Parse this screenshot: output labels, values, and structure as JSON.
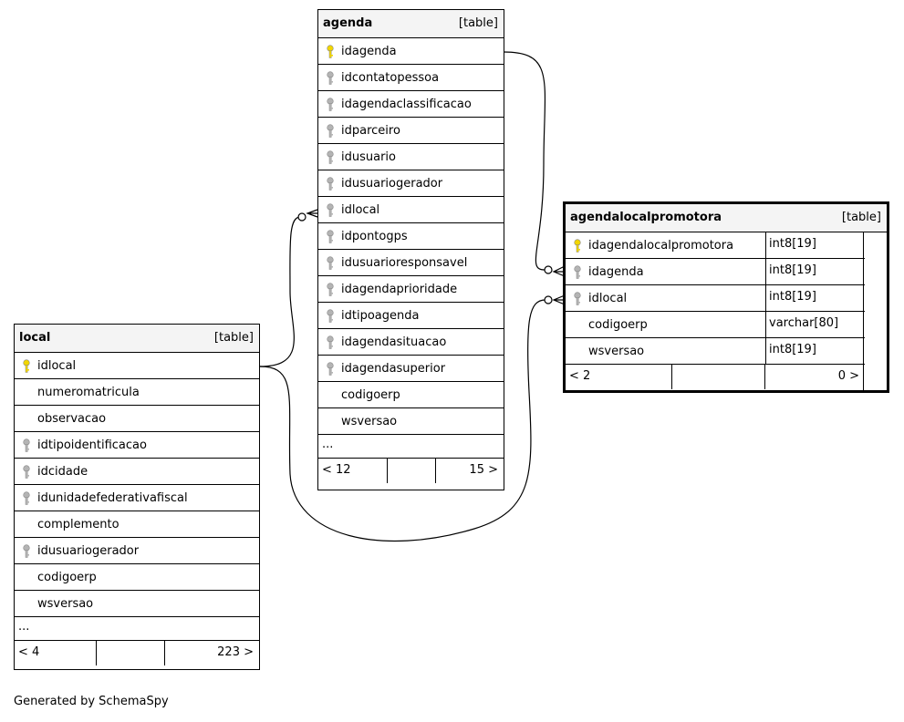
{
  "tables": {
    "agenda": {
      "name": "agenda",
      "type": "[table]",
      "columns": [
        {
          "name": "idagenda",
          "key": "primary"
        },
        {
          "name": "idcontatopessoa",
          "key": "foreign"
        },
        {
          "name": "idagendaclassificacao",
          "key": "foreign"
        },
        {
          "name": "idparceiro",
          "key": "foreign"
        },
        {
          "name": "idusuario",
          "key": "foreign"
        },
        {
          "name": "idusuariogerador",
          "key": "foreign"
        },
        {
          "name": "idlocal",
          "key": "foreign"
        },
        {
          "name": "idpontogps",
          "key": "foreign"
        },
        {
          "name": "idusuarioresponsavel",
          "key": "foreign"
        },
        {
          "name": "idagendaprioridade",
          "key": "foreign"
        },
        {
          "name": "idtipoagenda",
          "key": "foreign"
        },
        {
          "name": "idagendasituacao",
          "key": "foreign"
        },
        {
          "name": "idagendasuperior",
          "key": "foreign"
        },
        {
          "name": "codigoerp",
          "key": "none"
        },
        {
          "name": "wsversao",
          "key": "none"
        }
      ],
      "more": "...",
      "footer_left": "< 12",
      "footer_right": "15 >"
    },
    "local": {
      "name": "local",
      "type": "[table]",
      "columns": [
        {
          "name": "idlocal",
          "key": "primary"
        },
        {
          "name": "numeromatricula",
          "key": "none"
        },
        {
          "name": "observacao",
          "key": "none"
        },
        {
          "name": "idtipoidentificacao",
          "key": "foreign"
        },
        {
          "name": "idcidade",
          "key": "foreign"
        },
        {
          "name": "idunidadefederativafiscal",
          "key": "foreign"
        },
        {
          "name": "complemento",
          "key": "none"
        },
        {
          "name": "idusuariogerador",
          "key": "foreign"
        },
        {
          "name": "codigoerp",
          "key": "none"
        },
        {
          "name": "wsversao",
          "key": "none"
        }
      ],
      "more": "...",
      "footer_left": "< 4",
      "footer_right": "223 >"
    },
    "agendalocalpromotora": {
      "name": "agendalocalpromotora",
      "type": "[table]",
      "columns": [
        {
          "name": "idagendalocalpromotora",
          "key": "primary",
          "type": "int8[19]"
        },
        {
          "name": "idagenda",
          "key": "foreign",
          "type": "int8[19]"
        },
        {
          "name": "idlocal",
          "key": "foreign",
          "type": "int8[19]"
        },
        {
          "name": "codigoerp",
          "key": "none",
          "type": "varchar[80]"
        },
        {
          "name": "wsversao",
          "key": "none",
          "type": "int8[19]"
        }
      ],
      "footer_left": "< 2",
      "footer_right": "0 >"
    }
  },
  "relationships": [
    {
      "from": "agenda.idlocal",
      "to": "local.idlocal"
    },
    {
      "from": "agendalocalpromotora.idagenda",
      "to": "agenda.idagenda"
    },
    {
      "from": "agendalocalpromotora.idlocal",
      "to": "local.idlocal"
    }
  ],
  "colors": {
    "primary_key": "#f2d600",
    "foreign_key": "#b4b4b4",
    "header_bg": "#f4f4f4"
  },
  "icons": {
    "primary_key": "key-icon",
    "foreign_key": "key-icon"
  },
  "credit": "Generated by SchemaSpy"
}
